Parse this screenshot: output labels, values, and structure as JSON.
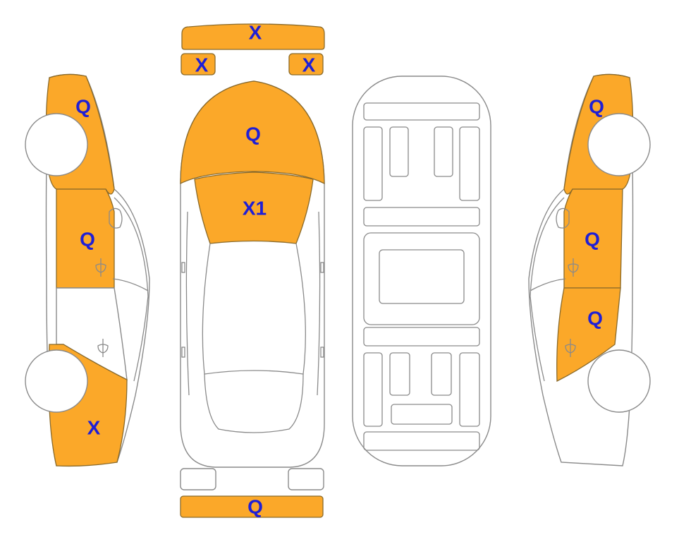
{
  "colors": {
    "damaged_fill": "#fba829",
    "clean_fill": "#ffffff",
    "outline": "#8a8a8a",
    "code_text": "#1f1fd6"
  },
  "panels": {
    "front_bumper": {
      "code": "X",
      "damaged": true
    },
    "headlight_left": {
      "code": "X",
      "damaged": true
    },
    "headlight_right": {
      "code": "X",
      "damaged": true
    },
    "hood": {
      "code": "Q",
      "damaged": true
    },
    "windshield": {
      "code": "X1",
      "damaged": true
    },
    "rear_bumper": {
      "code": "Q",
      "damaged": true
    },
    "taillight_left": {
      "code": "",
      "damaged": false
    },
    "taillight_right": {
      "code": "",
      "damaged": false
    },
    "left_front_fender": {
      "code": "Q",
      "damaged": true
    },
    "left_front_door": {
      "code": "Q",
      "damaged": true
    },
    "left_rear_door": {
      "code": "",
      "damaged": false
    },
    "left_rear_quarter": {
      "code": "X",
      "damaged": true
    },
    "right_front_fender": {
      "code": "Q",
      "damaged": true
    },
    "right_front_door": {
      "code": "Q",
      "damaged": true
    },
    "right_rear_door": {
      "code": "Q",
      "damaged": true
    }
  }
}
